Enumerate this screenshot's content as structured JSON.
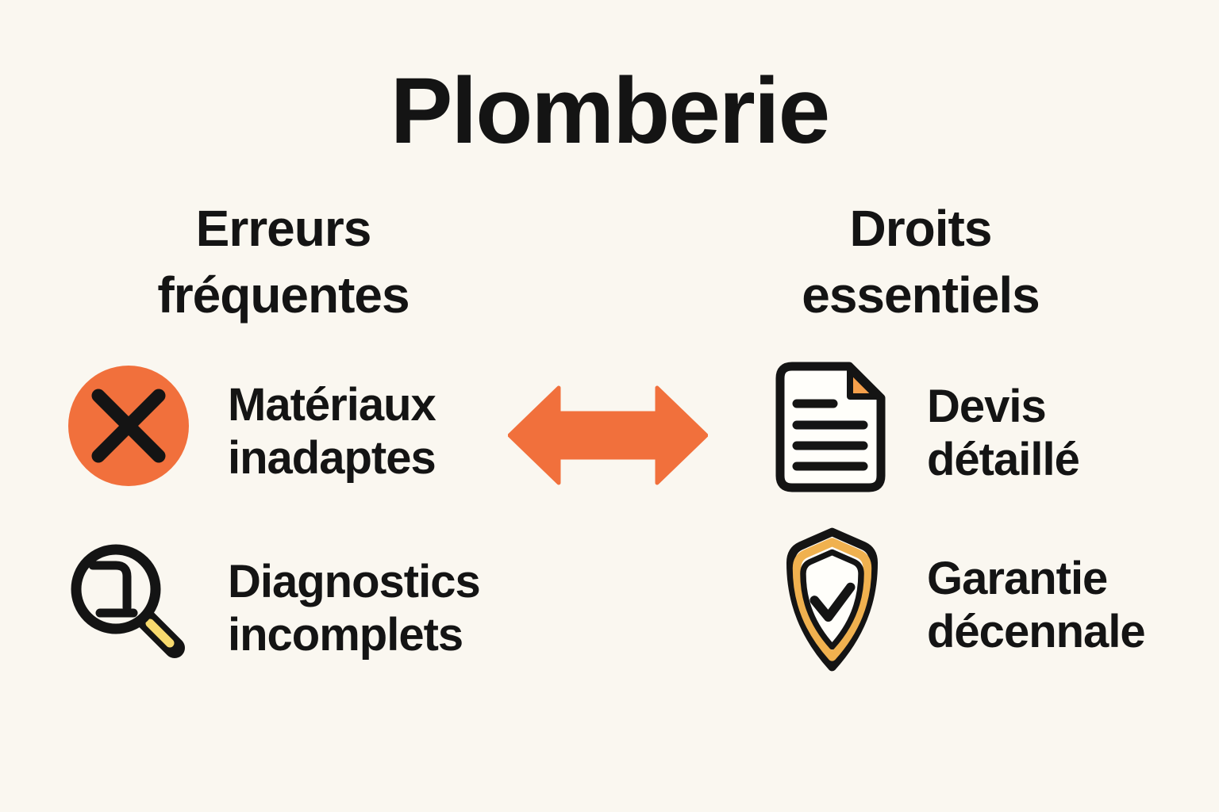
{
  "title": "Plomberie",
  "columns": {
    "left": {
      "heading_lines": [
        "Erreurs",
        "fréquentes"
      ],
      "items": [
        {
          "icon": "x-circle-icon",
          "label_lines": [
            "Matériaux",
            "inadaptes"
          ]
        },
        {
          "icon": "magnifier-icon",
          "label_lines": [
            "Diagnostics",
            "incomplets"
          ]
        }
      ]
    },
    "right": {
      "heading_lines": [
        "Droits",
        "essentiels"
      ],
      "items": [
        {
          "icon": "document-icon",
          "label_lines": [
            "Devis",
            "détaillé"
          ]
        },
        {
          "icon": "shield-check-icon",
          "label_lines": [
            "Garantie",
            "décennale"
          ]
        }
      ]
    }
  },
  "connector": {
    "icon": "double-arrow-icon"
  },
  "colors": {
    "background": "#FAF7F0",
    "ink": "#141414",
    "orange": "#F1703C",
    "amber": "#F0B14F",
    "yellow": "#F8DA6E",
    "fold_orange": "#F6A04B"
  }
}
